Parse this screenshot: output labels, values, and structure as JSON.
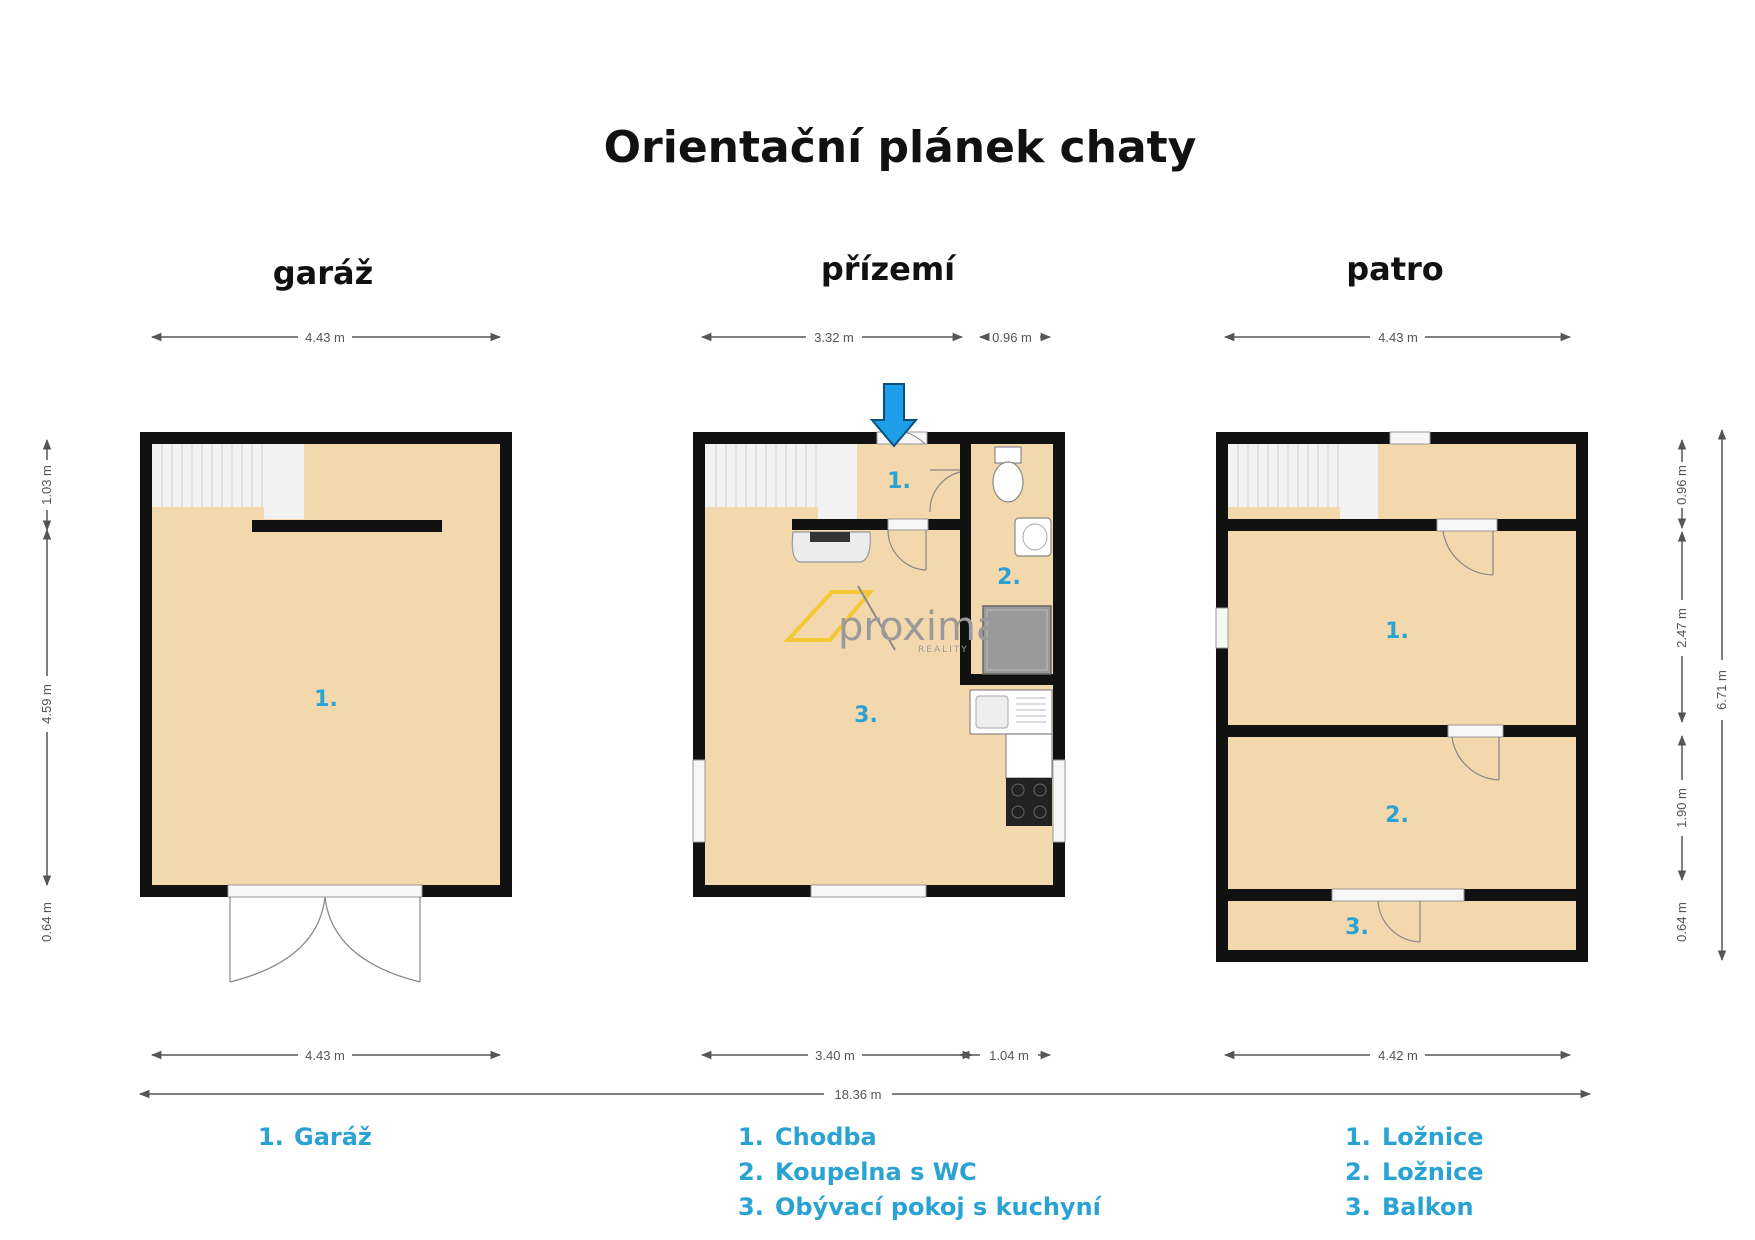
{
  "title": "Orientační plánek chaty",
  "floors": {
    "garaz": {
      "label": "garáž",
      "dims": {
        "top": "4.43 m",
        "bottom": "4.43 m",
        "left_1": "1.03 m",
        "left_2": "4.59 m",
        "left_3": "0.64 m"
      },
      "rooms": [
        "1."
      ]
    },
    "prizemi": {
      "label": "přízemí",
      "dims": {
        "top_1": "3.32 m",
        "top_2": "0.96 m",
        "bottom_1": "3.40 m",
        "bottom_2": "1.04 m"
      },
      "rooms": [
        "1.",
        "2.",
        "3."
      ]
    },
    "patro": {
      "label": "patro",
      "dims": {
        "top": "4.43 m",
        "bottom": "4.42 m",
        "right_1": "0.96 m",
        "right_2": "2.47 m",
        "right_3": "1.90 m",
        "right_4": "0.64 m",
        "right_total": "6.71 m"
      },
      "rooms": [
        "1.",
        "2.",
        "3."
      ]
    }
  },
  "overall_dim": "18.36 m",
  "watermark": {
    "brand": "proxima",
    "sub": "REALITY"
  },
  "legend": {
    "garaz": [
      {
        "num": "1.",
        "name": "Garáž"
      }
    ],
    "prizemi": [
      {
        "num": "1.",
        "name": "Chodba"
      },
      {
        "num": "2.",
        "name": "Koupelna s WC"
      },
      {
        "num": "3.",
        "name": "Obývací pokoj s kuchyní"
      }
    ],
    "patro": [
      {
        "num": "1.",
        "name": "Ložnice"
      },
      {
        "num": "2.",
        "name": "Ložnice"
      },
      {
        "num": "3.",
        "name": "Balkon"
      }
    ]
  },
  "colors": {
    "floor": "#f3d8ad",
    "wall": "#111111",
    "stairs": "#f2f2f2",
    "accent": "#2aa3d3",
    "entry_arrow": "#1e9ee8",
    "watermark_logo": "#f3c832"
  },
  "icons": [
    "entry-arrow-icon",
    "stairs-icon",
    "toilet-icon",
    "sink-icon",
    "shower-icon",
    "stove-icon",
    "sofa-icon",
    "proxima-logo-icon"
  ]
}
